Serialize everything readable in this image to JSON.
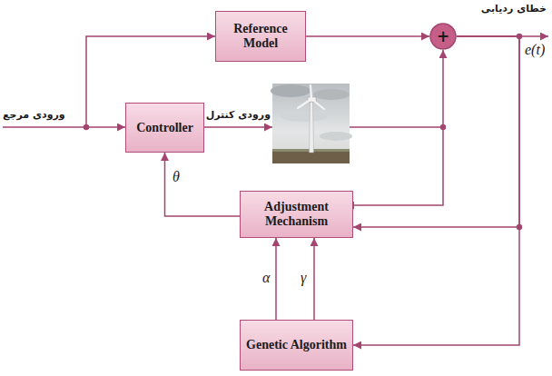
{
  "diagram": {
    "nodes": [
      {
        "text": [
          "Reference Model"
        ]
      },
      {
        "text": [
          "+"
        ]
      },
      {
        "text": [
          "Controller"
        ]
      },
      {
        "text": [
          "Adjustment Mechanism"
        ]
      },
      {
        "text": [
          "Genetic Algorithm"
        ]
      }
    ],
    "edges": [
      {
        "from": 0,
        "to": 1,
        "arrow": "to"
      },
      {
        "from": 1,
        "to": 3,
        "arrow": "to"
      },
      {
        "from": 1,
        "to": 4,
        "arrow": "to"
      },
      {
        "from": 3,
        "to": 2,
        "arrow": "to",
        "label": "θ"
      },
      {
        "from": 4,
        "to": 3,
        "arrow": "to",
        "label": "α"
      },
      {
        "from": 4,
        "to": 3,
        "arrow": "to",
        "label": "γ"
      }
    ],
    "labels": [
      "خطای ردیابی",
      "e(t)",
      "ورودی مرجع",
      "ورودی کنترل"
    ]
  }
}
